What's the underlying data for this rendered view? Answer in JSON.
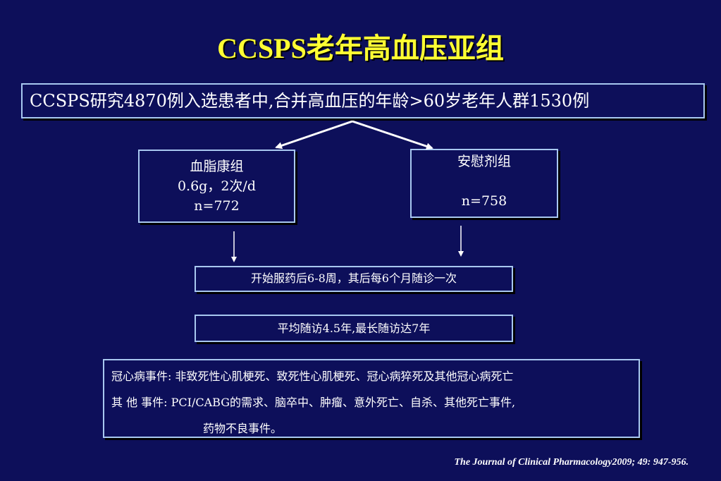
{
  "title": "CCSPS老年高血压亚组",
  "study": "CCSPS研究4870例入选患者中,合并高血压的年龄>60岁老年人群1530例",
  "groups": {
    "treatment": {
      "name": "血脂康组",
      "dose": "0.6g，2次/d",
      "n": "n=772"
    },
    "placebo": {
      "name": "安慰剂组",
      "n": "n=758"
    }
  },
  "visit_schedule": "开始服药后6-8周，其后每6个月随诊一次",
  "followup": "平均随访4.5年,最长随访达7年",
  "events": {
    "line1": "冠心病事件: 非致死性心肌梗死、致死性心肌梗死、冠心病猝死及其他冠心病死亡",
    "line2": "其 他 事件: PCI/CABG的需求、脑卒中、肿瘤、意外死亡、自杀、其他死亡事件,",
    "line3": "药物不良事件。"
  },
  "citation": "The Journal of Clinical Pharmacology2009; 49: 947-956."
}
